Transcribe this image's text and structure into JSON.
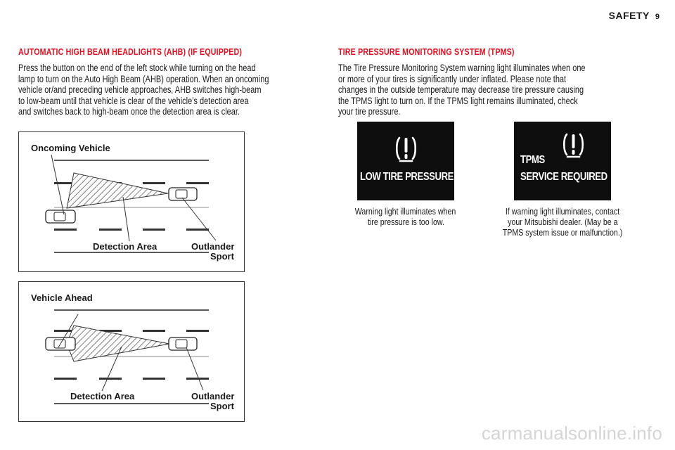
{
  "header": {
    "section": "SAFETY",
    "page_number": "9"
  },
  "ahb": {
    "title": "AUTOMATIC HIGH BEAM HEADLIGHTS (AHB) (IF EQUIPPED)",
    "lines": [
      "Press the button on the end of the left stock while turning on the head",
      "lamp to turn on the Auto High Beam (AHB) operation. When an oncoming",
      "vehicle or/and preceding vehicle approaches, AHB switches high-beam",
      "to low-beam until that vehicle is clear of the vehicle’s detection area",
      "and switches back to high-beam once the detection area is clear."
    ],
    "diagram1": {
      "label": "Oncoming Vehicle",
      "detection": "Detection Area",
      "model1": "Outlander",
      "model2": "Sport"
    },
    "diagram2": {
      "label": "Vehicle Ahead",
      "detection": "Detection Area",
      "model1": "Outlander",
      "model2": "Sport"
    }
  },
  "tpms": {
    "title": "TIRE PRESSURE MONITORING SYSTEM (TPMS)",
    "lines": [
      "The Tire Pressure Monitoring System warning light illuminates when one",
      "or more of your tires is significantly under inflated. Please note that",
      "changes in the outside temperature may decrease tire pressure causing",
      "the TPMS light to turn on. If the TPMS light remains illuminated, check",
      "your tire pressure."
    ],
    "tile1": {
      "text": "LOW TIRE PRESSURE",
      "icon": "tire-pressure-warning-icon"
    },
    "tile2": {
      "text1": "TPMS",
      "text2": "SERVICE REQUIRED",
      "icon": "tire-pressure-warning-icon"
    },
    "caption1": [
      "Warning light illuminates when",
      "tire pressure is too low."
    ],
    "caption2": [
      "If warning light illuminates, contact",
      "your Mitsubishi dealer. (May be a",
      "TPMS system issue or malfunction.)"
    ]
  },
  "watermark": "carmanualsonline.info",
  "colors": {
    "heading": "#e10f1f",
    "tile_bg": "#0e0e0e",
    "text": "#1a1a1a"
  }
}
